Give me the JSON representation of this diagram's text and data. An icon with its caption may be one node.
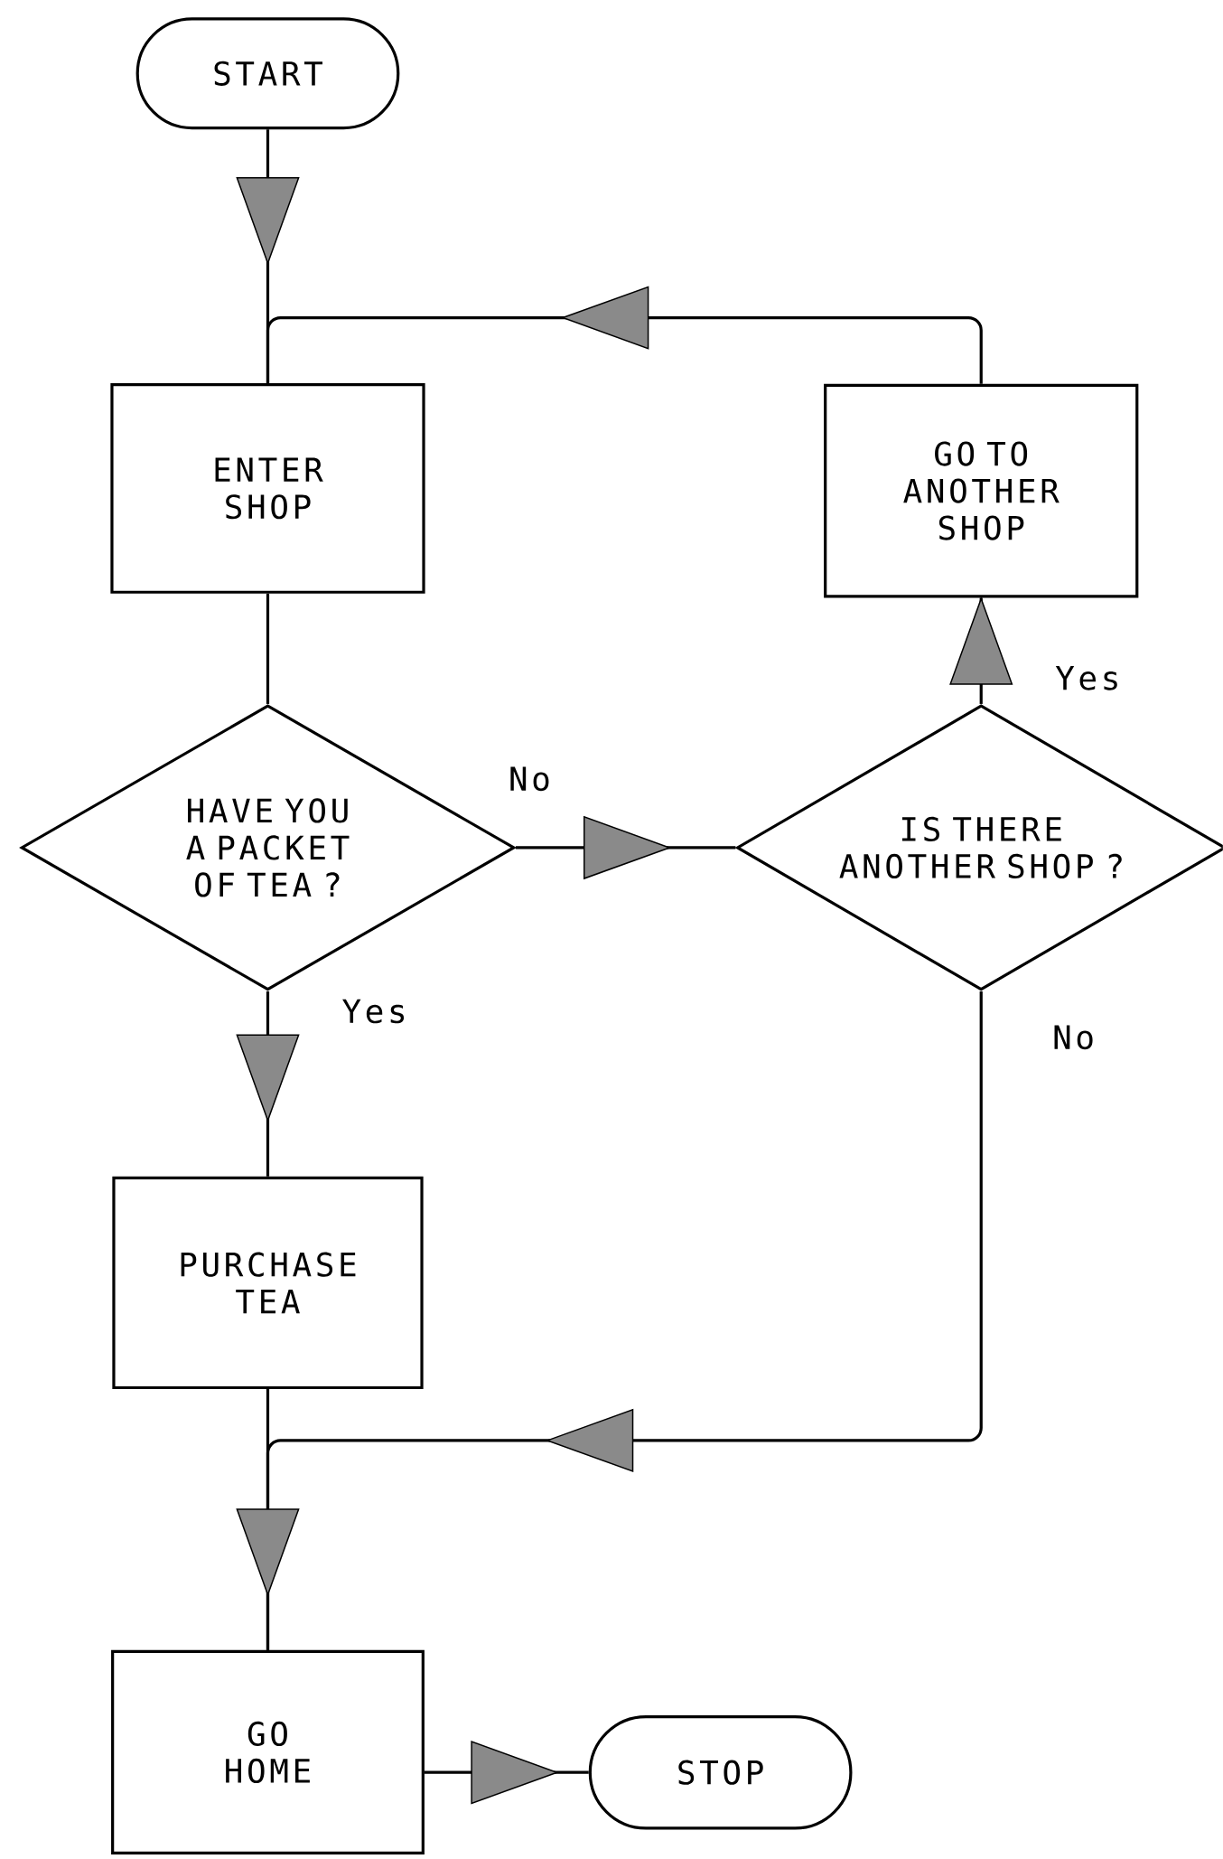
{
  "diagram": {
    "nodes": [
      {
        "text": [
          "START"
        ]
      },
      {
        "text": [
          "ENTER SHOP"
        ]
      },
      {
        "text": [
          "GO TO ANOTHER SHOP"
        ]
      },
      {
        "text": [
          "HAVE YOU A PACKET OF TEA ?"
        ]
      },
      {
        "text": [
          "IS THERE ANOTHER SHOP ?"
        ]
      },
      {
        "text": [
          "PURCHASE TEA"
        ]
      },
      {
        "text": [
          "GO HOME"
        ]
      },
      {
        "text": [
          "STOP"
        ]
      }
    ],
    "edges": [
      {
        "from": 0,
        "to": 1,
        "arrow": "to"
      },
      {
        "from": 2,
        "to": 1,
        "arrow": "to"
      },
      {
        "from": 1,
        "to": 3,
        "arrow": "none"
      },
      {
        "from": 3,
        "to": 4,
        "arrow": "to",
        "label": "No"
      },
      {
        "from": 4,
        "to": 2,
        "arrow": "to",
        "label": "Yes"
      },
      {
        "from": 3,
        "to": 5,
        "arrow": "to",
        "label": "Yes"
      },
      {
        "from": 4,
        "to": 6,
        "arrow": "to",
        "label": "No"
      },
      {
        "from": 5,
        "to": 6,
        "arrow": "to"
      },
      {
        "from": 6,
        "to": 7,
        "arrow": "to"
      }
    ]
  }
}
